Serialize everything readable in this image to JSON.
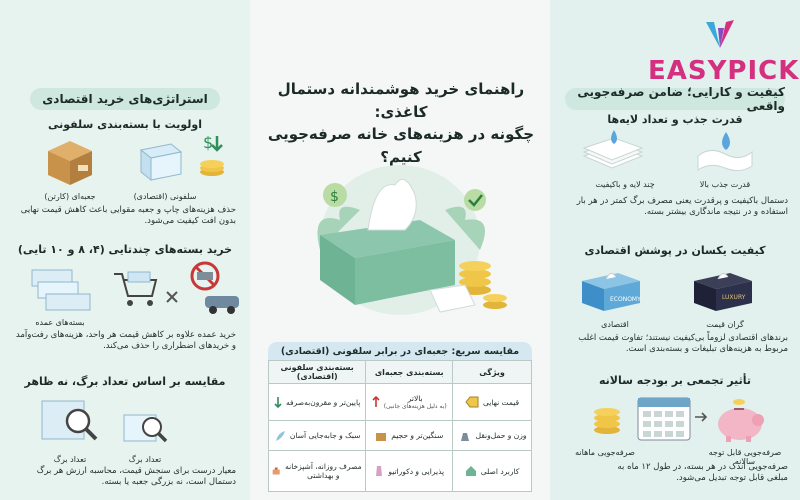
{
  "logo": {
    "text": "EASYPICK"
  },
  "main": {
    "title_line1": "راهنمای خرید هوشمندانه دستمال کاغذی:",
    "title_line2": "چگونه در هزینه‌های خانه صرفه‌جویی کنیم؟"
  },
  "left": {
    "header": "استراتژی‌های خرید اقتصادی",
    "s1": {
      "title": "اولویت با بسته‌بندی سلفونی",
      "cap_cello": "سلفونی (اقتصادی)",
      "cap_box": "جعبه‌ای (کارتن)",
      "desc": "حذف هزینه‌های چاپ و جعبه مقوایی باعث کاهش قیمت نهایی بدون افت کیفیت می‌شود."
    },
    "s2": {
      "title": "خرید بسته‌های چندتایی (۴، ۸ و ۱۰ تایی)",
      "cap": "بسته‌های عمده",
      "desc": "خرید عمده علاوه بر کاهش قیمت هر واحد، هزینه‌های رفت‌وآمد و خریدهای اضطراری را حذف می‌کند."
    },
    "s3": {
      "title": "مقایسه بر اساس تعداد برگ، نه ظاهر",
      "cap_a": "تعداد برگ",
      "cap_b": "تعداد برگ",
      "desc": "معیار درست برای سنجش قیمت، محاسبه ارزش هر برگ دستمال است، نه بزرگی جعبه یا بسته."
    }
  },
  "right": {
    "header": "کیفیت و کارایی؛ ضامن صرفه‌جویی واقعی",
    "s1": {
      "title": "قدرت جذب و تعداد لایه‌ها",
      "cap_a": "قدرت جذب بالا",
      "cap_b": "چند لایه و باکیفیت",
      "desc": "دستمال باکیفیت و پرقدرت یعنی مصرف برگ کمتر در هر بار استفاده و در نتیجه ماندگاری بیشتر بسته."
    },
    "s2": {
      "title": "کیفیت یکسان در پوشش اقتصادی",
      "cap_a": "گران قیمت",
      "cap_b": "اقتصادی",
      "brand_a": "LUXURY",
      "brand_b": "ECONOMY",
      "desc": "برندهای اقتصادی لزوماً بی‌کیفیت نیستند؛ تفاوت قیمت اغلب مربوط به هزینه‌های تبلیغات و بسته‌بندی است."
    },
    "s3": {
      "title": "تأثیر تجمعی بر بودجه سالانه",
      "cap_a": "صرفه‌جویی ماهانه",
      "cap_b": "صرفه‌جویی قابل توجه سالانه",
      "desc": "صرفه‌جویی اندک در هر بسته، در طول ۱۲ ماه به مبلغی قابل توجه تبدیل می‌شود."
    }
  },
  "comparison": {
    "title": "مقایسه سریع: جعبه‌ای در برابر سلفونی (اقتصادی)",
    "headers": [
      "ویژگی",
      "بسته‌بندی جعبه‌ای",
      "بسته‌بندی سلفونی (اقتصادی)"
    ],
    "rows": [
      {
        "feature": "قیمت نهایی",
        "box": "بالاتر",
        "box_sub": "(به دلیل هزینه‌های جانبی)",
        "cello": "پایین‌تر و مقرون‌به‌صرفه"
      },
      {
        "feature": "وزن و حمل‌ونقل",
        "box": "سنگین‌تر و حجیم",
        "box_sub": "",
        "cello": "سبک و جابه‌جایی آسان"
      },
      {
        "feature": "کاربرد اصلی",
        "box": "پذیرایی و دکوراتیو",
        "box_sub": "",
        "cello": "مصرف روزانه، آشپزخانه و بهداشتی"
      }
    ]
  },
  "colors": {
    "accent": "#3ea88a",
    "logo": "#d4307f",
    "mint": "#cfe8df"
  }
}
